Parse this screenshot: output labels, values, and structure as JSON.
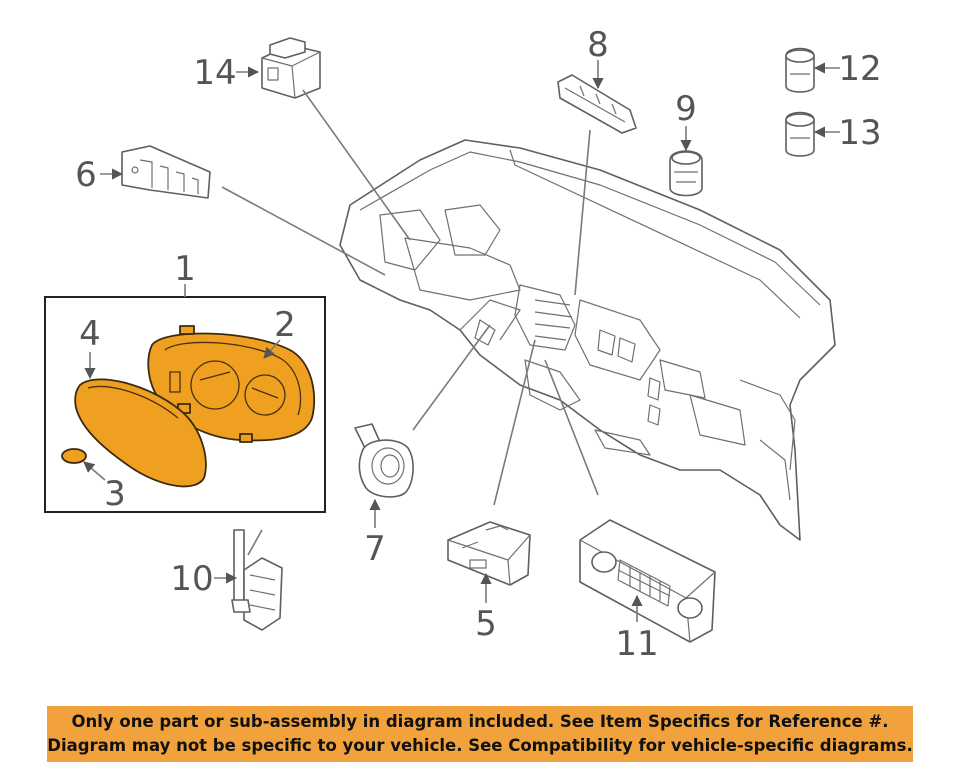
{
  "callouts": {
    "c1": "1",
    "c2": "2",
    "c3": "3",
    "c4": "4",
    "c5": "5",
    "c6": "6",
    "c7": "7",
    "c8": "8",
    "c9": "9",
    "c10": "10",
    "c11": "11",
    "c12": "12",
    "c13": "13",
    "c14": "14"
  },
  "highlight_color": "#f0a020",
  "banner": {
    "line1": "Only one part or sub-assembly in diagram included. See Item Specifics for Reference #.",
    "line2": "Diagram may not be specific to your vehicle. See Compatibility for vehicle-specific diagrams.",
    "background": "#f2a23c"
  }
}
